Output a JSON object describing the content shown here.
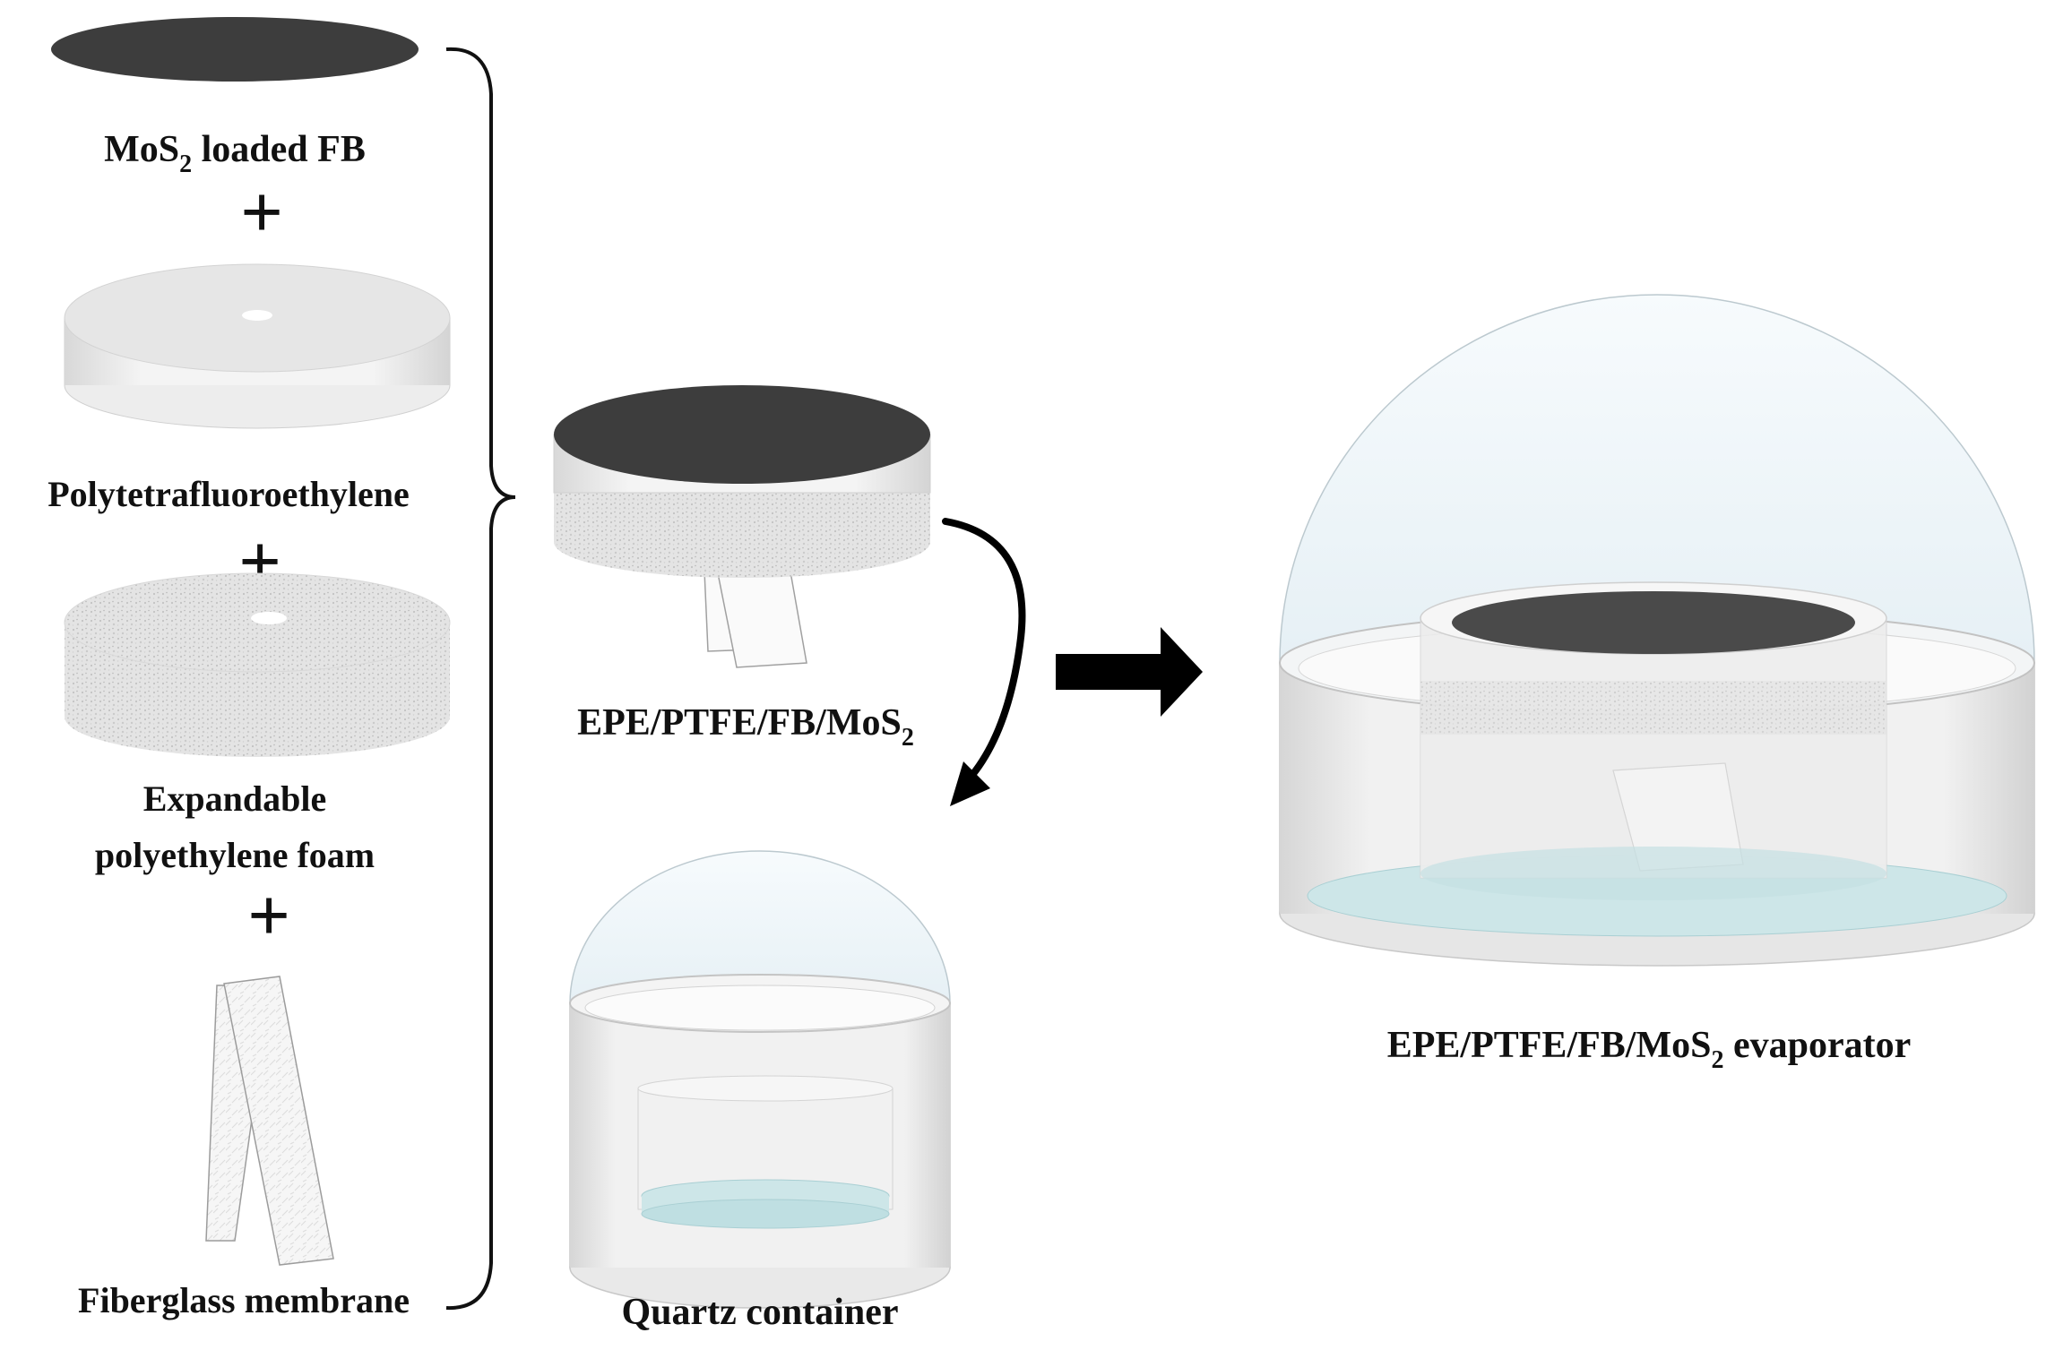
{
  "labels": {
    "mos2_fb": {
      "main": "MoS",
      "sub": "2",
      "tail": " loaded FB"
    },
    "ptfe": "Polytetrafluoroethylene",
    "epe_line1": "Expandable",
    "epe_line2": "polyethylene foam",
    "fiberglass": "Fiberglass membrane",
    "assembly": {
      "main": "EPE/PTFE/FB/MoS",
      "sub": "2",
      "tail": ""
    },
    "quartz": "Quartz container",
    "evaporator": {
      "main": "EPE/PTFE/FB/MoS",
      "sub": "2",
      "tail": " evaporator"
    }
  },
  "plus_symbol": "+",
  "colors": {
    "mos2_dark": "#3d3d3d",
    "foam_grey": "#dcdcdc",
    "ptfe_white": "#f2f2f2",
    "water": "#cde6e8",
    "dome": "#eef5f8",
    "arrow": "#000000"
  }
}
